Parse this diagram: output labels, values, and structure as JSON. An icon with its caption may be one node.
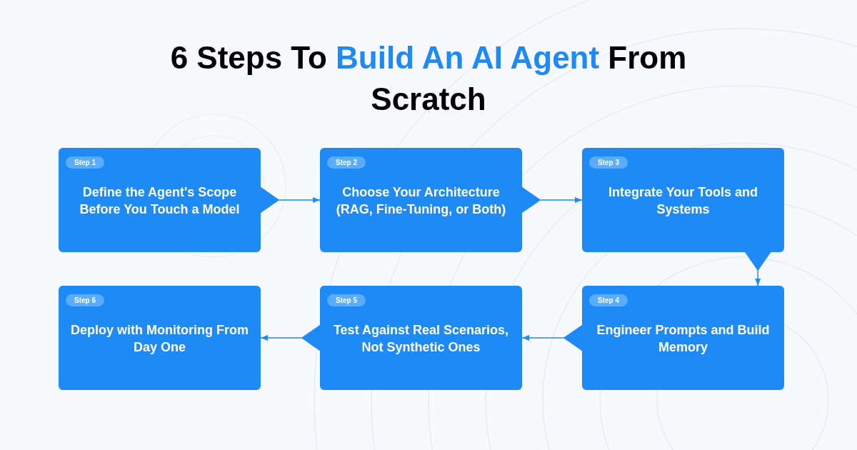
{
  "diagram": {
    "title": "6 Steps To **Build An AI Agent** From Scratch",
    "nodes": [
      {
        "text": [
          "Step 1",
          "Define the Agent's Scope Before You Touch a Model"
        ]
      },
      {
        "text": [
          "Step 2",
          "Choose Your Architecture (RAG, Fine-Tuning, or Both)"
        ]
      },
      {
        "text": [
          "Step 3",
          "Integrate Your Tools and Systems"
        ]
      },
      {
        "text": [
          "Step 6",
          "Deploy with Monitoring From Day One"
        ]
      },
      {
        "text": [
          "Step 5",
          "Test Against Real Scenarios, Not Synthetic Ones"
        ]
      },
      {
        "text": [
          "Step 4",
          "Engineer Prompts and Build Memory"
        ]
      }
    ],
    "edges": [
      {
        "from": 0,
        "to": 1,
        "arrow": "to"
      },
      {
        "from": 1,
        "to": 2,
        "arrow": "to"
      },
      {
        "from": 2,
        "to": 5,
        "arrow": "to"
      },
      {
        "from": 5,
        "to": 4,
        "arrow": "to"
      },
      {
        "from": 4,
        "to": 3,
        "arrow": "to"
      }
    ]
  }
}
